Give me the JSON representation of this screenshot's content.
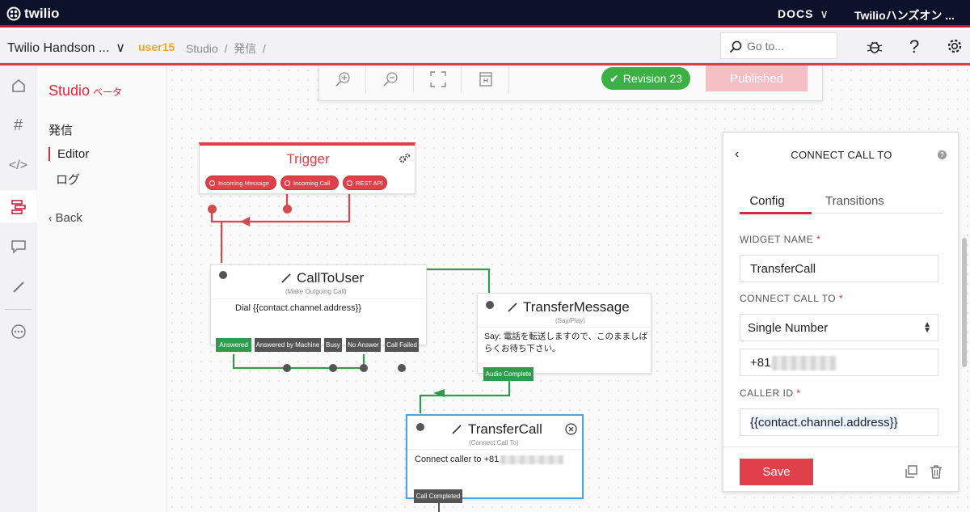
{
  "topbar": {
    "brand": "twilio",
    "docs": "DOCS",
    "account": "Twilioハンズオン ..."
  },
  "subbar": {
    "project": "Twilio Handson ...",
    "user": "user15",
    "breadcrumb": "Studio  /  発信  /",
    "goto_placeholder": "Go to..."
  },
  "sidebar": {
    "studio": "Studio",
    "beta": "ベータ",
    "flow_name": "発信",
    "items": [
      {
        "label": "Editor"
      },
      {
        "label": "ログ"
      }
    ],
    "back": "Back"
  },
  "toolbar": {
    "revision": "Revision 23",
    "published": "Published"
  },
  "canvas": {
    "trigger": {
      "title": "Trigger",
      "ports": [
        "Incoming Message",
        "Incoming Call",
        "REST API"
      ]
    },
    "call_to_user": {
      "title": "CallToUser",
      "subtitle": "(Make Outgoing Call)",
      "body": "Dial {{contact.channel.address}}",
      "ports": [
        "Answered",
        "Answered by Machine",
        "Busy",
        "No Answer",
        "Call Failed"
      ]
    },
    "transfer_message": {
      "title": "TransferMessage",
      "subtitle": "(Say/Play)",
      "body": "Say: 電話を転送しますので、このまましばらくお待ち下さい。",
      "ports": [
        "Audio Complete"
      ]
    },
    "transfer_call": {
      "title": "TransferCall",
      "subtitle": "(Connect Call To)",
      "body": "Connect caller to +81",
      "ports": [
        "Call Completed"
      ]
    }
  },
  "panel": {
    "title": "CONNECT CALL TO",
    "tabs": [
      "Config",
      "Transitions"
    ],
    "widget_name_label": "WIDGET NAME",
    "widget_name_value": "TransferCall",
    "connect_label": "CONNECT CALL TO",
    "connect_value": "Single Number",
    "number_value": "+81",
    "caller_id_label": "CALLER ID",
    "caller_id_value": "{{contact.channel.address}}",
    "save": "Save",
    "required": "*",
    "help": "?"
  },
  "colors": {
    "brand_red": "#d52b3a",
    "navy": "#0d122b",
    "green": "#3bb143",
    "orange": "#f5a623"
  }
}
